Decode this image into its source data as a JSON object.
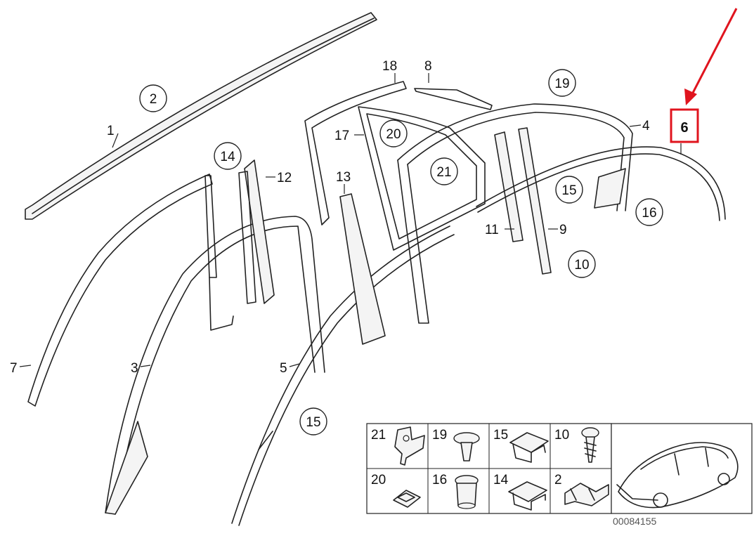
{
  "diagram": {
    "id_text": "00084155",
    "callouts": {
      "c1": "1",
      "c2": "2",
      "c3": "3",
      "c4": "4",
      "c5": "5",
      "c6": "6",
      "c7": "7",
      "c8": "8",
      "c9": "9",
      "c10": "10",
      "c11": "11",
      "c12": "12",
      "c13": "13",
      "c14": "14",
      "c15a": "15",
      "c15b": "15",
      "c16": "16",
      "c17": "17",
      "c18": "18",
      "c19": "19",
      "c20": "20",
      "c21": "21"
    },
    "highlight": {
      "color": "#e0141e",
      "target": "6"
    }
  },
  "legend_table": {
    "row1": [
      "21",
      "19",
      "15",
      "10"
    ],
    "row2": [
      "20",
      "16",
      "14",
      "2"
    ]
  }
}
